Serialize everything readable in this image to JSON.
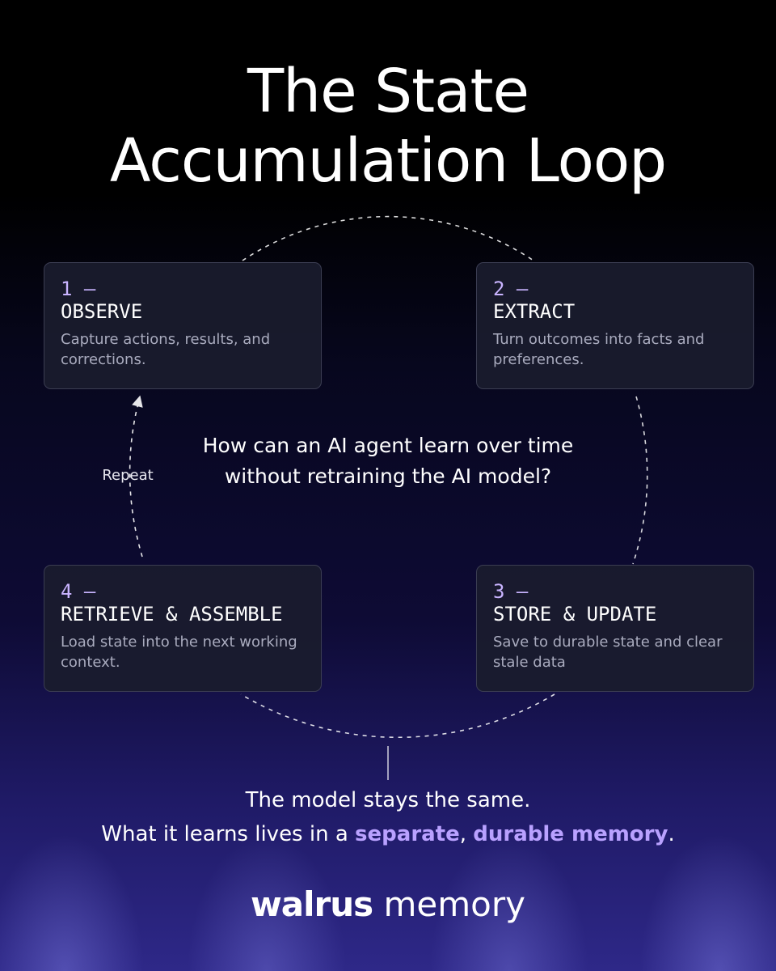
{
  "title": {
    "line1": "The State",
    "line2": "Accumulation Loop"
  },
  "steps": [
    {
      "number": "1 –",
      "name": "OBSERVE",
      "description": "Capture actions, results, and corrections."
    },
    {
      "number": "2 –",
      "name": "EXTRACT",
      "description": "Turn outcomes into facts and preferences."
    },
    {
      "number": "3 –",
      "name": "STORE & UPDATE",
      "description": "Save to durable state and clear stale data"
    },
    {
      "number": "4 –",
      "name": "RETRIEVE & ASSEMBLE",
      "description": "Load state into the next working context."
    }
  ],
  "center_question": "How can an AI agent learn over time without retraining the AI model?",
  "repeat_label": "Repeat",
  "footer": {
    "line1": "The model stays the same.",
    "line2_prefix": "What it learns lives in a ",
    "highlight1": "separate",
    "separator": ", ",
    "highlight2": "durable memory",
    "line2_suffix": "."
  },
  "brand": {
    "bold": "walrus",
    "regular": "memory"
  },
  "colors": {
    "background": "#000000",
    "card_background": "#1a1c2e",
    "card_border": "#3b3d52",
    "step_number": "#c9b4ff",
    "accent": "#b9a1ff",
    "description": "#a9abbe"
  }
}
